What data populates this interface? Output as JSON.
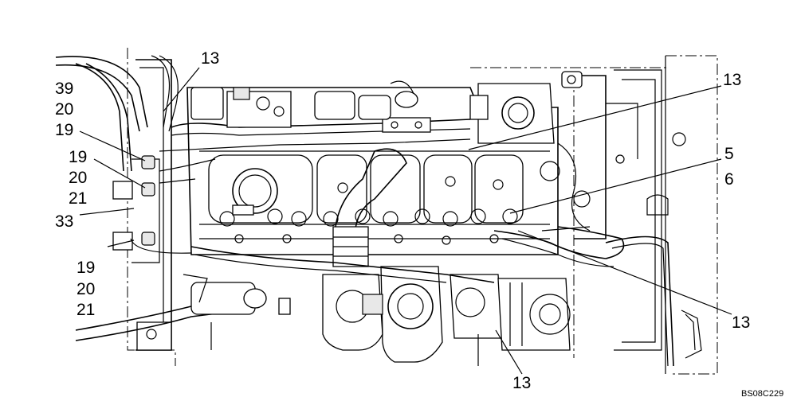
{
  "diagram": {
    "callouts": {
      "c39": "39",
      "c20a": "20",
      "c19a": "19",
      "c19b": "19",
      "c20b": "20",
      "c21a": "21",
      "c33": "33",
      "c19c": "19",
      "c20c": "20",
      "c21b": "21",
      "c13top": "13",
      "c13right": "13",
      "c5": "5",
      "c6": "6",
      "c13lowright": "13",
      "c13bottom": "13"
    },
    "drawing_code": "BS08C229"
  }
}
